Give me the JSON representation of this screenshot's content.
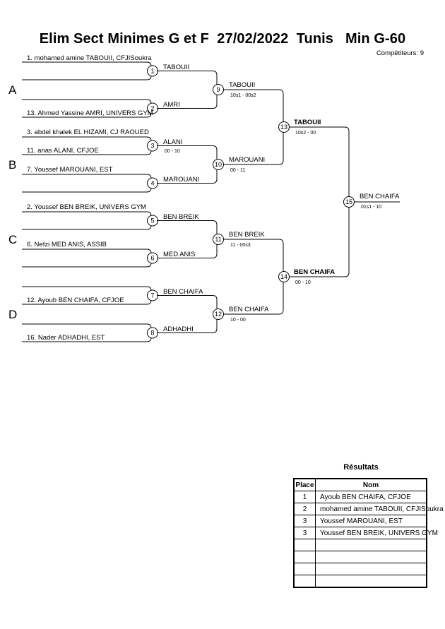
{
  "header": {
    "title": "Elim Sect Minimes G et F  27/02/2022  Tunis   Min G-60",
    "competitors": "Compétiteurs: 9"
  },
  "pools": [
    "A",
    "B",
    "C",
    "D"
  ],
  "entries": [
    "1. mohamed amine TABOUII, CFJISoukra",
    "13. Ahmed Yassine AMRI, UNIVERS GYM",
    "3. abdel khalek EL HIZAMI, CJ RAOUED",
    "11. anas ALANI, CFJOE",
    "7. Youssef MAROUANI, EST",
    "",
    "2. Youssef BEN BREIK, UNIVERS GYM",
    "6. Nefzi MED ANIS, ASSIB",
    "12. Ayoub BEN CHAIFA, CFJOE",
    "16. Nader ADHADHI, EST"
  ],
  "round1": [
    {
      "num": "1",
      "top": "TABOUII",
      "bottom": ""
    },
    {
      "num": "2",
      "top": "AMRI",
      "bottom": ""
    },
    {
      "num": "3",
      "top": "ALANI",
      "bottom": "00 - 10"
    },
    {
      "num": "4",
      "top": "MAROUANI",
      "bottom": ""
    },
    {
      "num": "5",
      "top": "BEN BREIK",
      "bottom": ""
    },
    {
      "num": "6",
      "top": "MED ANIS",
      "bottom": ""
    },
    {
      "num": "7",
      "top": "BEN CHAIFA",
      "bottom": ""
    },
    {
      "num": "8",
      "top": "ADHADHI",
      "bottom": ""
    }
  ],
  "round2": [
    {
      "num": "9",
      "winner": "TABOUII",
      "score": "10s1 - 00s2"
    },
    {
      "num": "10",
      "winner": "MAROUANI",
      "score": "00 - 11"
    },
    {
      "num": "11",
      "winner": "BEN BREIK",
      "score": "11 - 00s3"
    },
    {
      "num": "12",
      "winner": "BEN CHAIFA",
      "score": "10 - 00"
    }
  ],
  "round3": [
    {
      "num": "13",
      "winner": "TABOUII",
      "score": "10s2 - 00"
    },
    {
      "num": "14",
      "winner": "BEN CHAIFA",
      "score": "00 - 10"
    }
  ],
  "final": {
    "num": "15",
    "winner": "BEN CHAIFA",
    "score": "01s1 - 10"
  },
  "results": {
    "title": "Résultats",
    "headers": {
      "place": "Place",
      "nom": "Nom"
    },
    "rows": [
      {
        "place": "1",
        "nom": "Ayoub BEN CHAIFA, CFJOE"
      },
      {
        "place": "2",
        "nom": "mohamed amine TABOUII, CFJISoukra"
      },
      {
        "place": "3",
        "nom": "Youssef MAROUANI, EST"
      },
      {
        "place": "3",
        "nom": "Youssef BEN BREIK, UNIVERS GYM"
      },
      {
        "place": "",
        "nom": ""
      },
      {
        "place": "",
        "nom": ""
      },
      {
        "place": "",
        "nom": ""
      },
      {
        "place": "",
        "nom": ""
      }
    ]
  }
}
